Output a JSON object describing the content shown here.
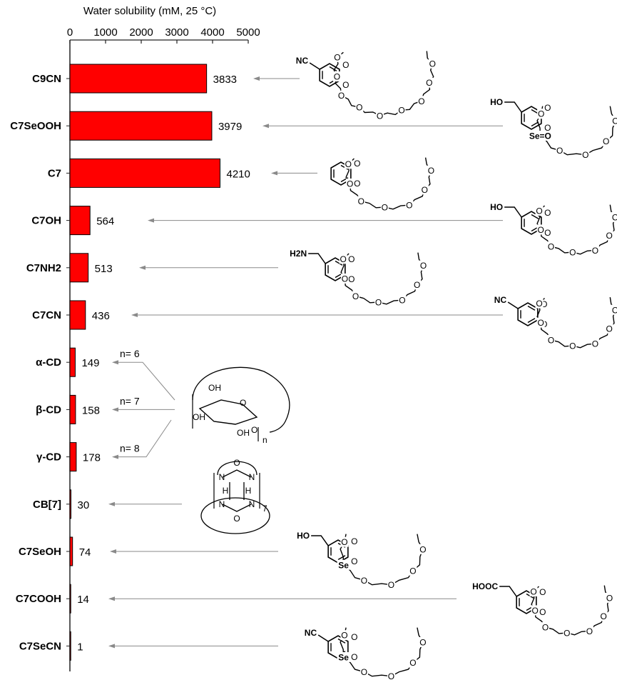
{
  "chart_data": {
    "type": "bar",
    "orientation": "horizontal",
    "title": "Water solubility (mM, 25 °C)",
    "xlim": [
      0,
      5000
    ],
    "xticks": [
      "0",
      "1000",
      "2000",
      "3000",
      "4000",
      "5000"
    ],
    "categories": [
      "C9CN",
      "C7SeOOH",
      "C7",
      "C7OH",
      "C7NH2",
      "C7CN",
      "α-CD",
      "β-CD",
      "γ-CD",
      "CB[7]",
      "C7SeOH",
      "C7COOH",
      "C7SeCN"
    ],
    "values": [
      3833,
      3979,
      4210,
      564,
      513,
      436,
      149,
      158,
      178,
      30,
      74,
      14,
      1
    ],
    "value_labels": [
      "3833",
      "3979",
      "4210",
      "564",
      "513",
      "436",
      "149",
      "158",
      "178",
      "30",
      "74",
      "14",
      "1"
    ],
    "bar_color": "#ff0000",
    "grid": false,
    "legend": "none"
  },
  "annotations": {
    "cd_n_labels": [
      "n= 6",
      "n= 7",
      "n= 8"
    ],
    "structure_text": {
      "nc": "NC",
      "ho": "HO",
      "h2n": "H",
      "h2n_sub": "2",
      "h2n_n": "N",
      "hooc": "HOOC",
      "o": "O",
      "se": "Se",
      "se_oxide": "Se=O",
      "oh": "OH",
      "n_sub": "n",
      "cb_n": "N",
      "cb_h": "H",
      "cb_o": "O",
      "cb_sub": "7"
    }
  }
}
